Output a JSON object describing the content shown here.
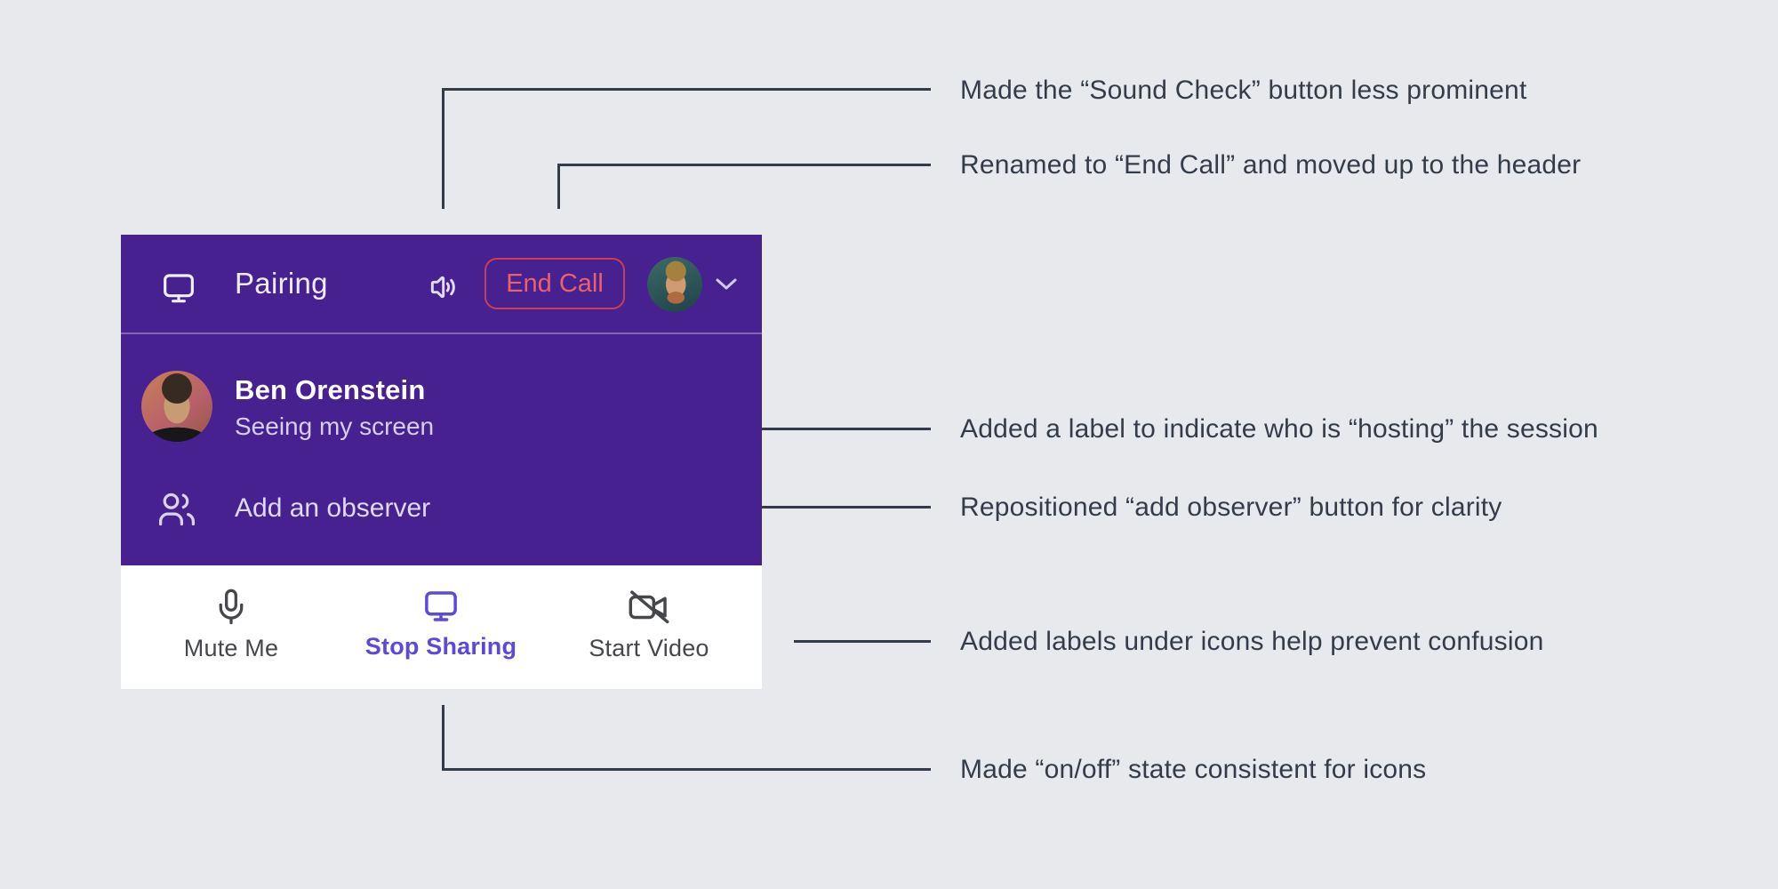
{
  "panel": {
    "header": {
      "title": "Pairing",
      "end_call_label": "End Call"
    },
    "host": {
      "name": "Ben Orenstein",
      "status": "Seeing my screen"
    },
    "observer": {
      "label": "Add an observer"
    },
    "footer": {
      "items": [
        {
          "label": "Mute Me",
          "active": false
        },
        {
          "label": "Stop Sharing",
          "active": true
        },
        {
          "label": "Start Video",
          "active": false
        }
      ]
    }
  },
  "annotations": [
    "Made the “Sound Check” button less prominent",
    "Renamed to “End Call” and moved up to the header",
    "Added a label to indicate who is “hosting” the session",
    "Repositioned “add observer” button for clarity",
    "Added labels under icons help prevent confusion",
    "Made “on/off” state consistent for icons"
  ],
  "colors": {
    "page_bg": "#e8e9ed",
    "panel_purple": "#46218f",
    "accent_red": "#cb4050",
    "accent_red_text": "#e6626c",
    "active_indigo": "#5a49da",
    "footer_gray": "#45474d",
    "ink": "#353c49",
    "lightline": "#a392d6"
  }
}
